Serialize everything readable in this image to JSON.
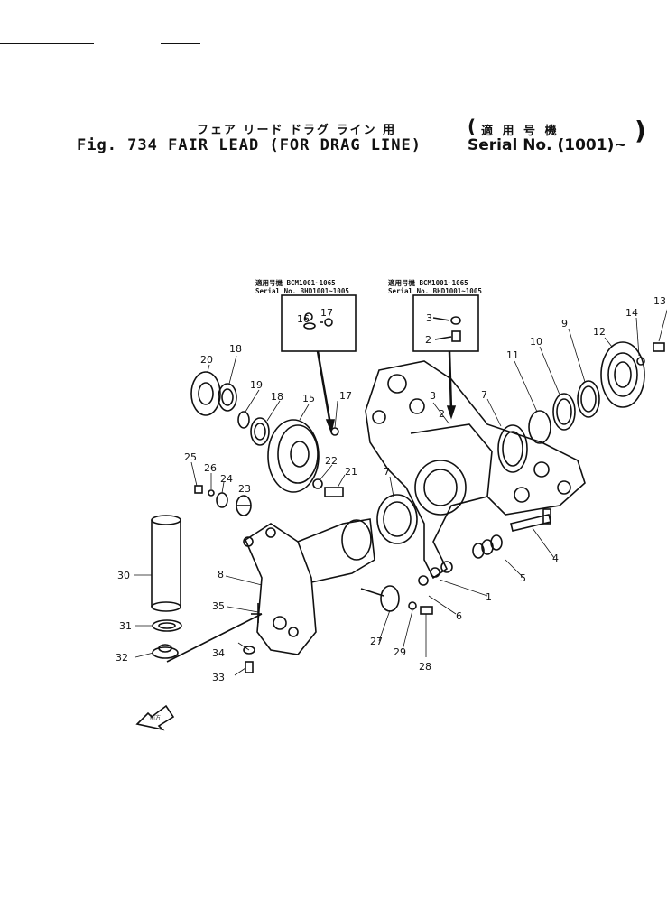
{
  "header": {
    "title_jp": "フェア リード ドラグ ライン 用",
    "title": "Fig. 734 FAIR LEAD (FOR DRAG LINE)",
    "applicable_jp": "適 用 号 機",
    "serial": "Serial No. (1001)~"
  },
  "insets": [
    {
      "line1": "適用号機 BCM1001~1065",
      "line2": "Serial No. BHD1001~1005",
      "parts": [
        "16",
        "17"
      ]
    },
    {
      "line1": "適用号機 BCM1001~1065",
      "line2": "Serial No. BHD1001~1005",
      "parts": [
        "3",
        "2"
      ]
    }
  ],
  "callouts": [
    "1",
    "2",
    "3",
    "4",
    "5",
    "6",
    "7",
    "7",
    "8",
    "9",
    "10",
    "11",
    "12",
    "13",
    "14",
    "15",
    "16",
    "17",
    "17",
    "18",
    "18",
    "19",
    "20",
    "21",
    "22",
    "23",
    "24",
    "25",
    "26",
    "27",
    "28",
    "29",
    "30",
    "31",
    "32",
    "33",
    "34",
    "35",
    "2",
    "3"
  ],
  "arrow_label": "前方"
}
